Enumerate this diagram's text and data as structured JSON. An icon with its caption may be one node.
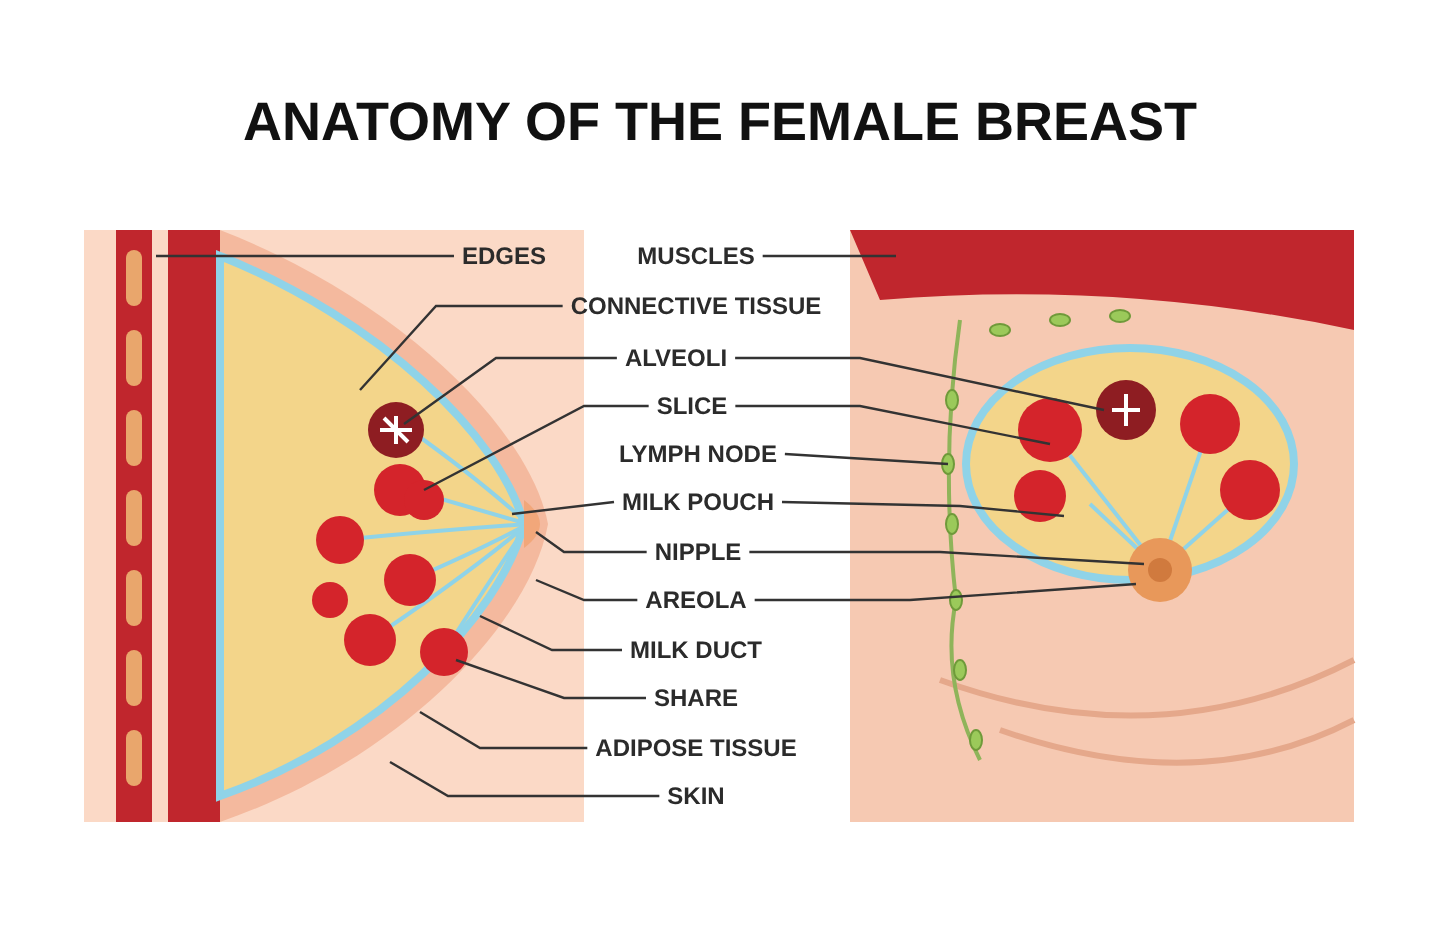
{
  "diagram": {
    "title": "ANATOMY OF THE FEMALE BREAST",
    "nodes": [
      {
        "text": [
          "EDGES"
        ]
      },
      {
        "text": [
          "MUSCLES"
        ]
      },
      {
        "text": [
          "CONNECTIVE TISSUE"
        ]
      },
      {
        "text": [
          "ALVEOLI"
        ]
      },
      {
        "text": [
          "SLICE"
        ]
      },
      {
        "text": [
          "LYMPH NODE"
        ]
      },
      {
        "text": [
          "MILK POUCH"
        ]
      },
      {
        "text": [
          "NIPPLE"
        ]
      },
      {
        "text": [
          "AREOLA"
        ]
      },
      {
        "text": [
          "MILK DUCT"
        ]
      },
      {
        "text": [
          "SHARE"
        ]
      },
      {
        "text": [
          "ADIPOSE TISSUE"
        ]
      },
      {
        "text": [
          "SKIN"
        ]
      }
    ],
    "edges": [
      {
        "from": 0,
        "to": null,
        "arrow": "none"
      },
      {
        "from": 1,
        "to": null,
        "arrow": "none"
      },
      {
        "from": 2,
        "to": null,
        "arrow": "none"
      },
      {
        "from": 3,
        "to": null,
        "arrow": "none"
      },
      {
        "from": 3,
        "to": null,
        "arrow": "none"
      },
      {
        "from": 4,
        "to": null,
        "arrow": "none"
      },
      {
        "from": 4,
        "to": null,
        "arrow": "none"
      },
      {
        "from": 5,
        "to": null,
        "arrow": "none"
      },
      {
        "from": 6,
        "to": null,
        "arrow": "none"
      },
      {
        "from": 6,
        "to": null,
        "arrow": "none"
      },
      {
        "from": 7,
        "to": null,
        "arrow": "none"
      },
      {
        "from": 7,
        "to": null,
        "arrow": "none"
      },
      {
        "from": 8,
        "to": null,
        "arrow": "none"
      },
      {
        "from": 8,
        "to": null,
        "arrow": "none"
      },
      {
        "from": 9,
        "to": null,
        "arrow": "none"
      },
      {
        "from": 10,
        "to": null,
        "arrow": "none"
      },
      {
        "from": 11,
        "to": null,
        "arrow": "none"
      },
      {
        "from": 12,
        "to": null,
        "arrow": "none"
      }
    ]
  }
}
